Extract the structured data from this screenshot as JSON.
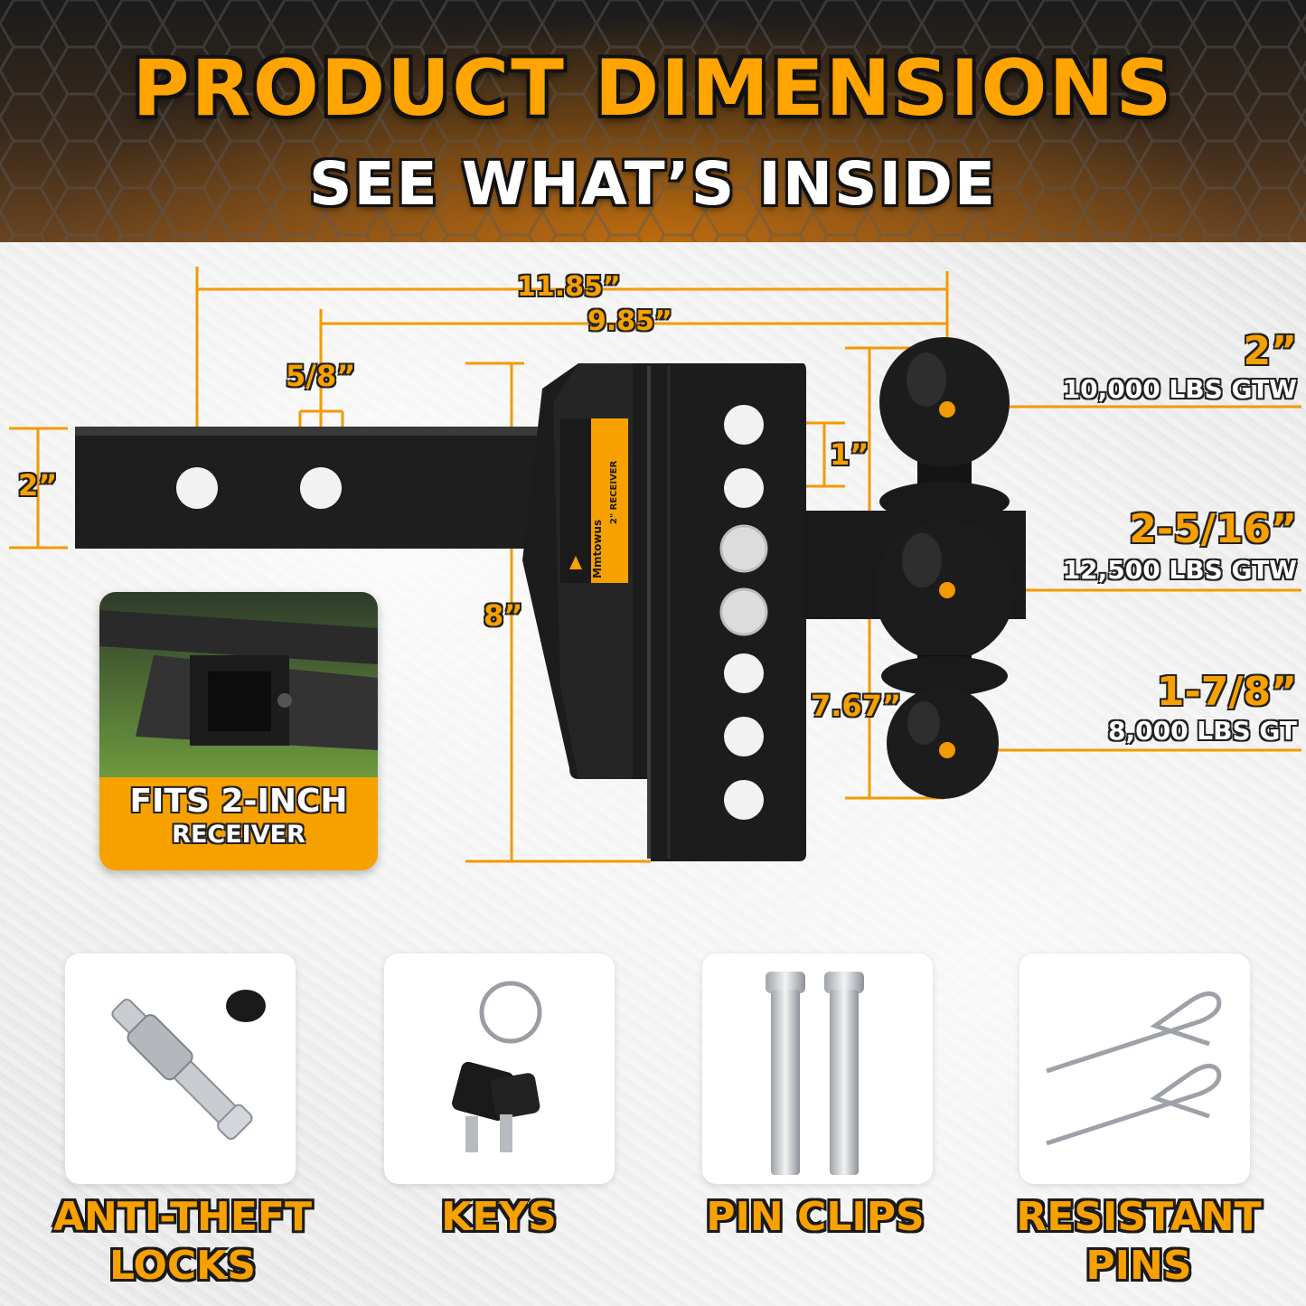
{
  "header": {
    "title": "PRODUCT DIMENSIONS",
    "subtitle": "SEE WHAT’S INSIDE"
  },
  "dimensions": {
    "overall_length": "11.85”",
    "hole_to_ball": "9.85”",
    "hole_diameter": "5/8”",
    "shank_height": "2”",
    "hole_spacing": "1”",
    "drop_height": "8”",
    "ball_span": "7.67”"
  },
  "balls": [
    {
      "size": "2”",
      "rating": "10,000 LBS GTW"
    },
    {
      "size": "2-5/16”",
      "rating": "12,500 LBS GTW"
    },
    {
      "size": "1-7/8”",
      "rating": "8,000 LBS GT"
    }
  ],
  "product_label": {
    "brand": "Mmtowus",
    "receiver": "2\" RECEIVER"
  },
  "receiver_card": {
    "line1": "FITS 2-INCH",
    "line2": "RECEIVER"
  },
  "accessories": [
    {
      "line1": "ANTI-THEFT",
      "line2": "LOCKS",
      "icon": "hitch-lock-icon"
    },
    {
      "line1": "KEYS",
      "line2": "",
      "icon": "key-icon"
    },
    {
      "line1": "PIN CLIPS",
      "line2": "",
      "icon": "pin-icon"
    },
    {
      "line1": "RESISTANT",
      "line2": "PINS",
      "icon": "clip-icon"
    }
  ],
  "colors": {
    "accent": "#f7a100",
    "steel": "#1e1e1e",
    "dimension_line": "#f29a00"
  }
}
